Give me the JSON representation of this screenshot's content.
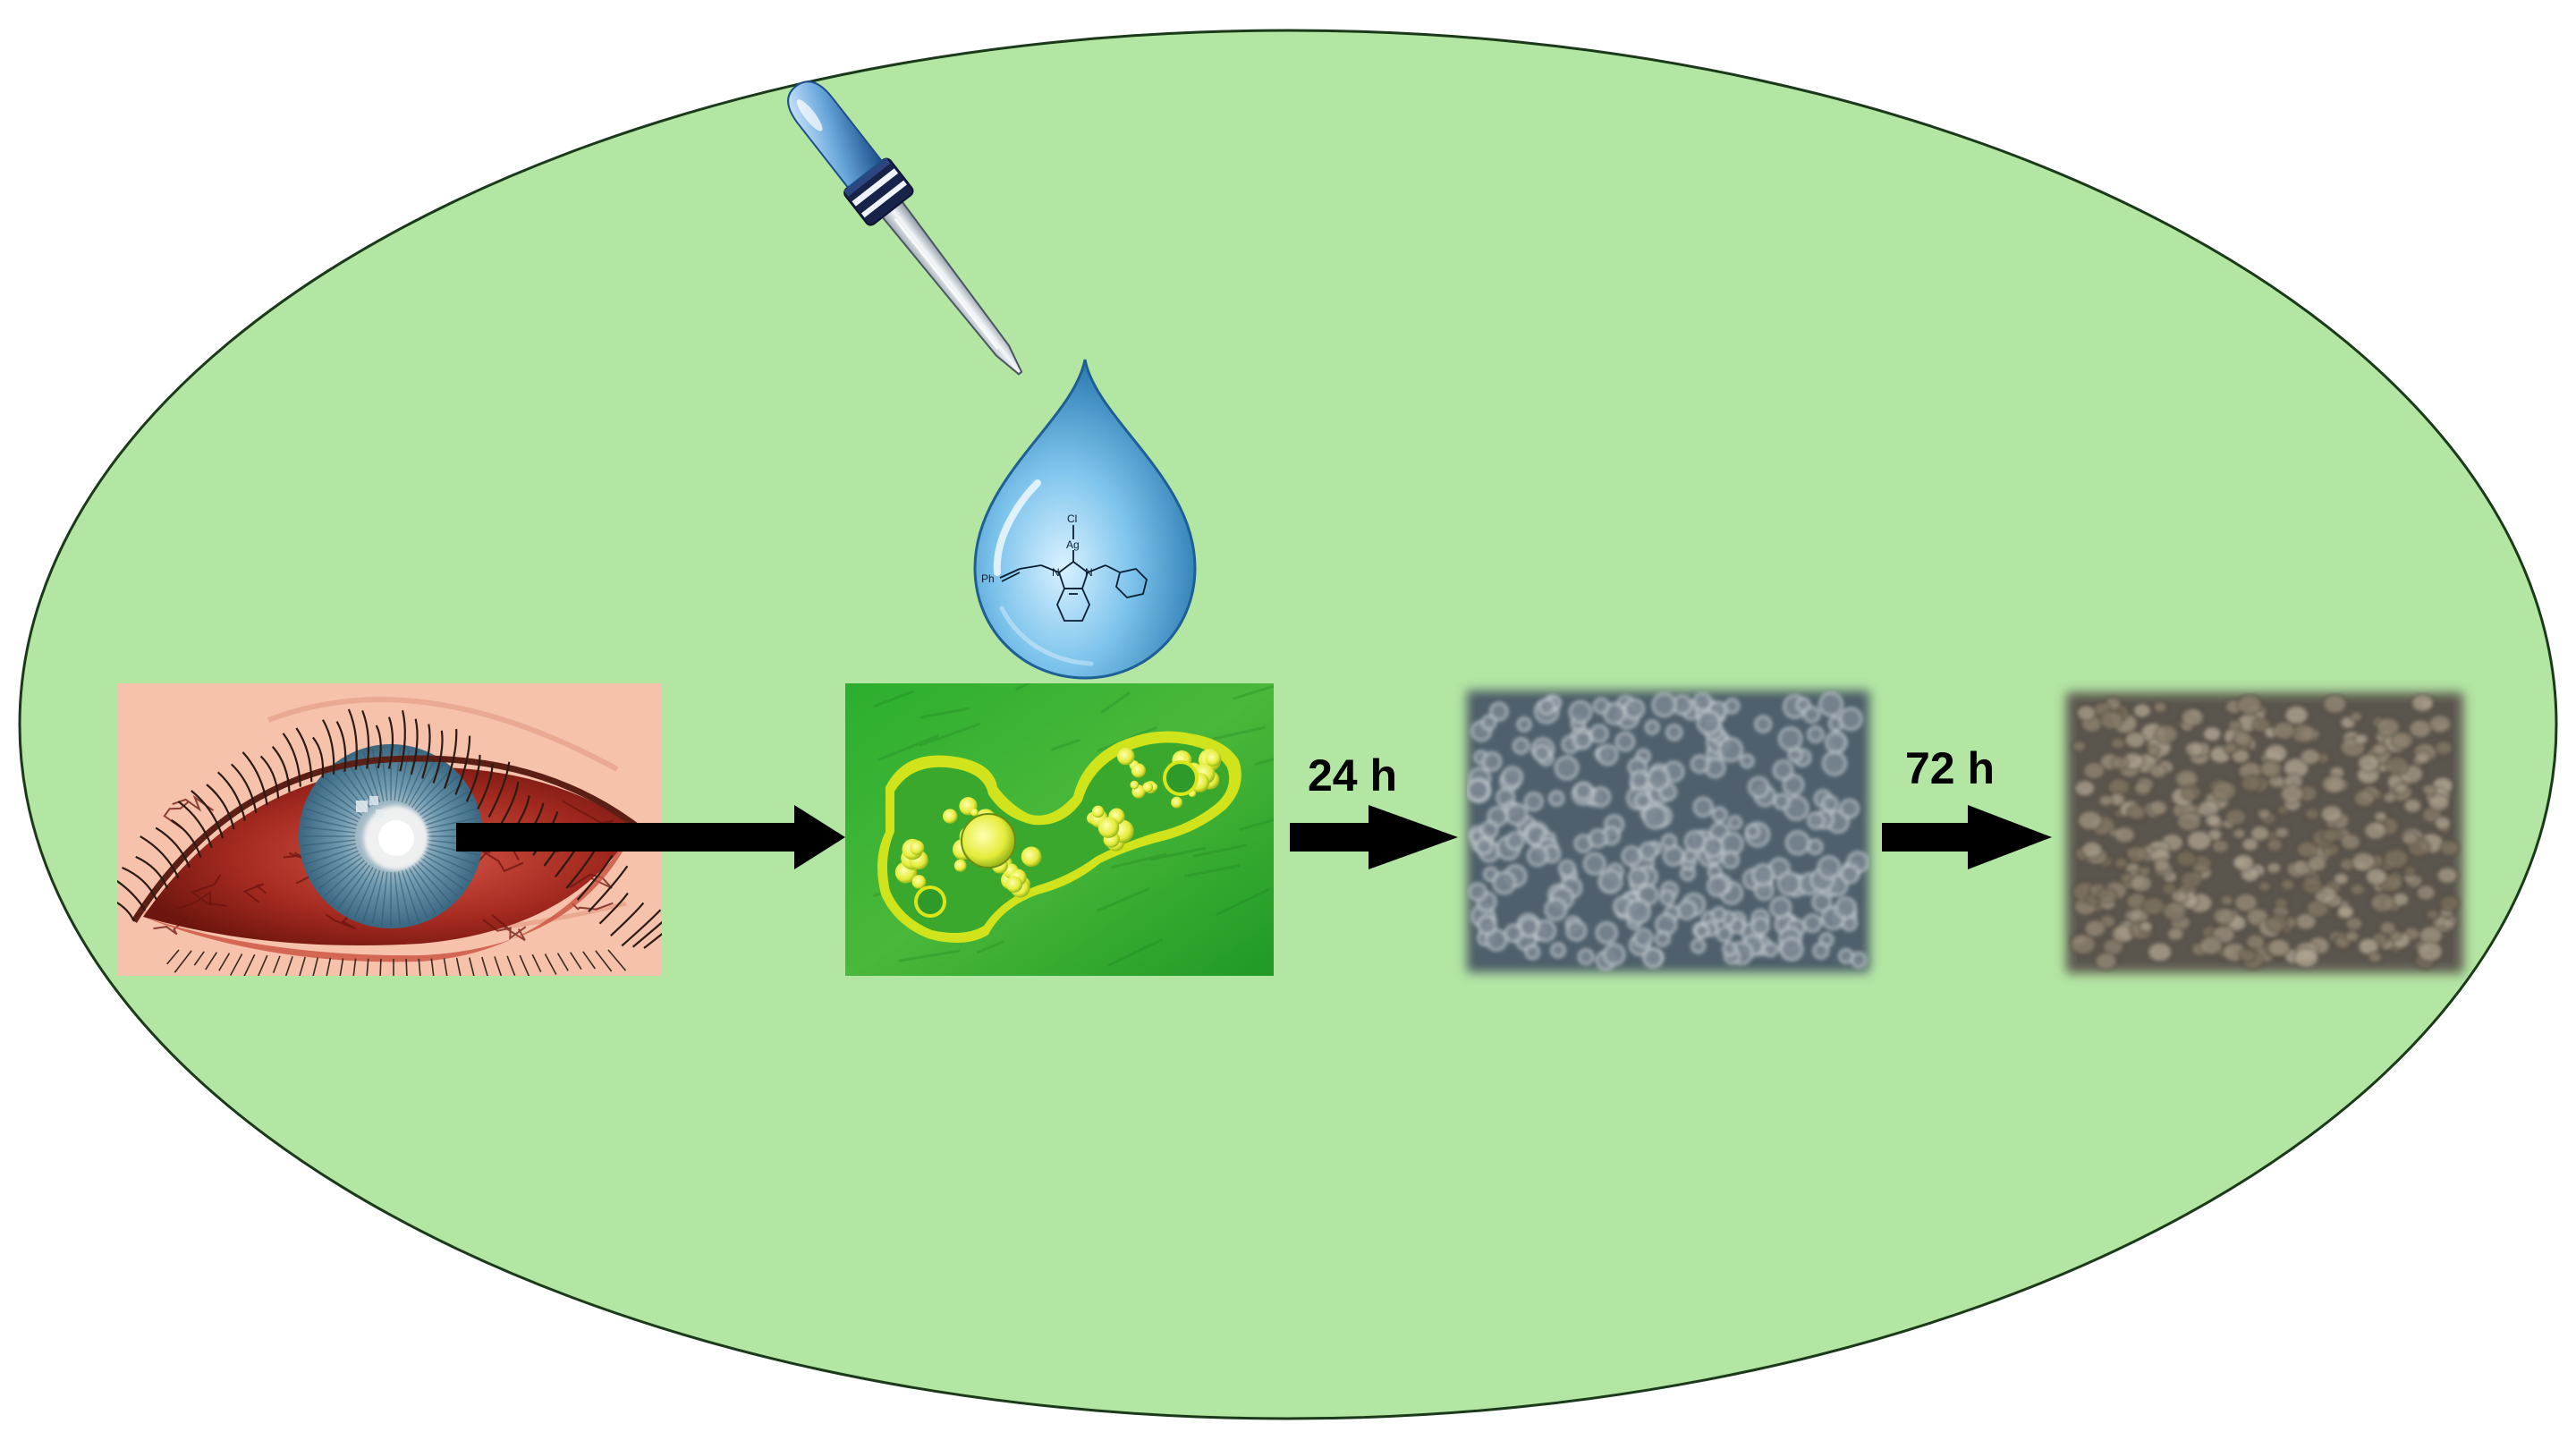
{
  "colors": {
    "ellipse_fill": "#b3e5a3",
    "ellipse_stroke": "#1a3a1a",
    "arrow": "#000000",
    "eye_bg": "#f7c2ac",
    "sclera_red": "#a52a20",
    "iris": "#5f8fa6",
    "amoeba_bg": "#26a52a",
    "amoeba_cell": "#d8e61a",
    "cyst_bg_24h": "#4a5a66",
    "cyst_bg_72h": "#5a554c",
    "drop": "#5aa8d8"
  },
  "icons": [
    "eye-infection-illustration",
    "pipette-icon",
    "drop-icon",
    "amoeba-micrograph",
    "cyst-micrograph-24h",
    "cyst-micrograph-72h"
  ],
  "labels": {
    "t1": "24 h",
    "t2": "72 h"
  },
  "chemistry": {
    "atoms": [
      "Cl",
      "Ag",
      "N",
      "N",
      "Ph"
    ]
  }
}
